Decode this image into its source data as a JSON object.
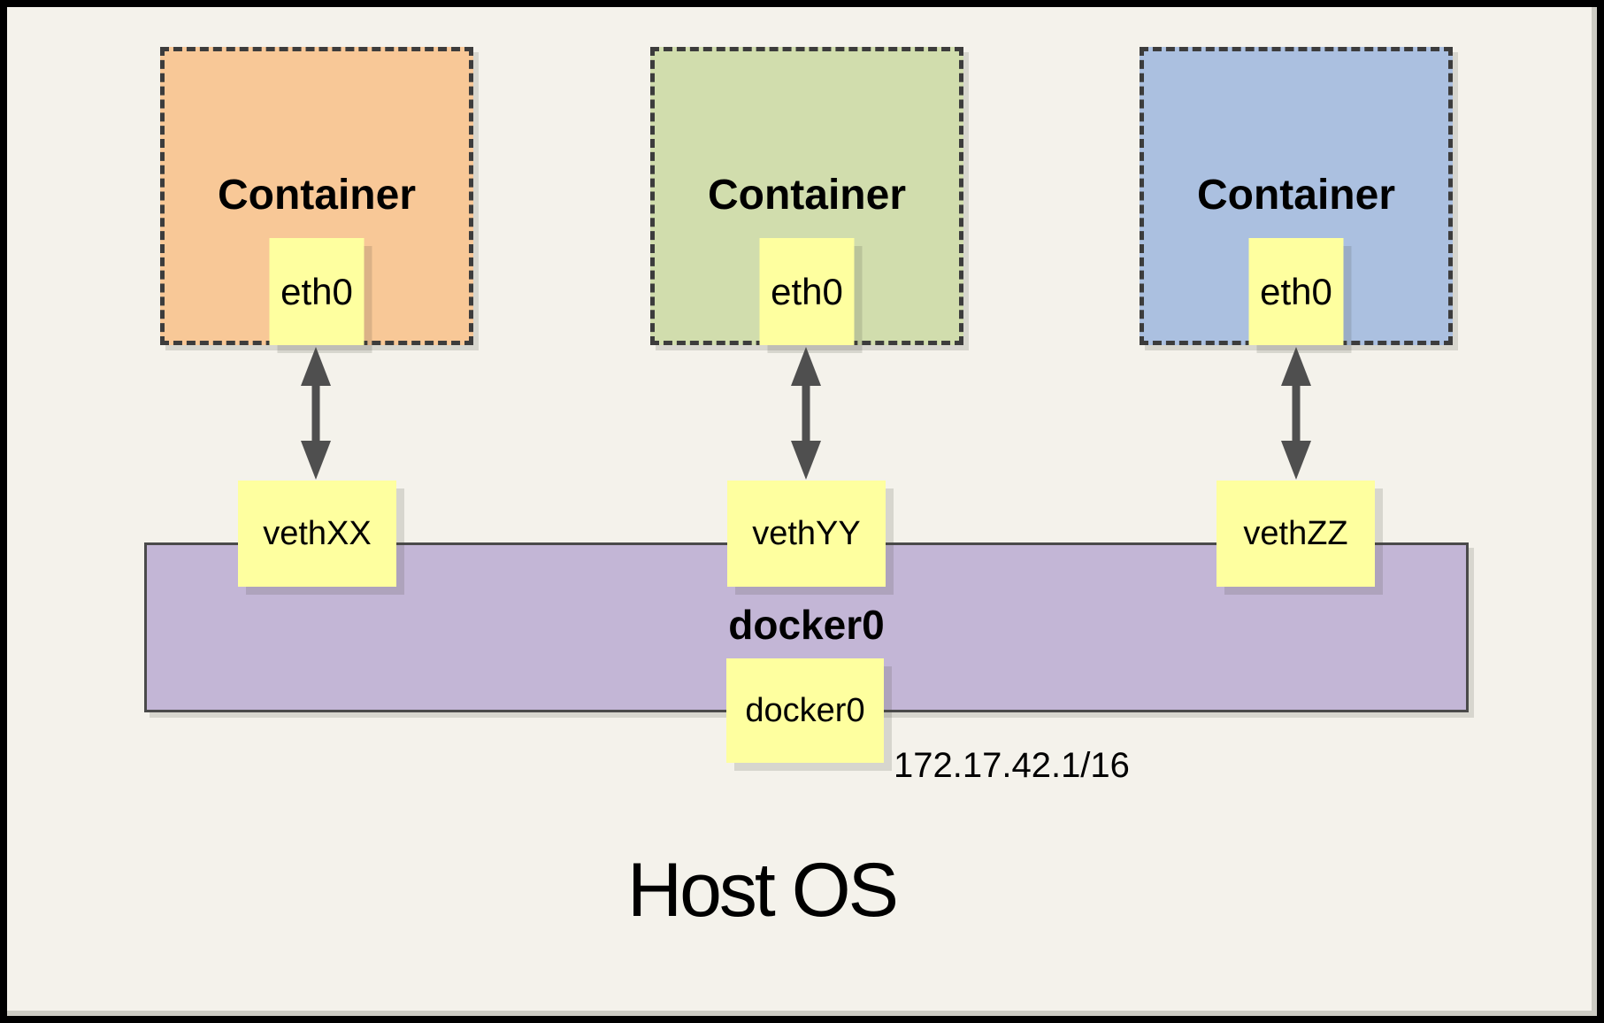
{
  "diagram": {
    "host_label": "Host OS",
    "ip": "172.17.42.1/16",
    "bridge": {
      "label": "docker0",
      "interface": "docker0",
      "fill": "#C3B6D6"
    },
    "containers": [
      {
        "label": "Container",
        "interface": "eth0",
        "veth": "vethXX",
        "fill": "#F8C897"
      },
      {
        "label": "Container",
        "interface": "eth0",
        "veth": "vethYY",
        "fill": "#D1DDAD"
      },
      {
        "label": "Container",
        "interface": "eth0",
        "veth": "vethZZ",
        "fill": "#ABC0E0"
      }
    ],
    "colors": {
      "background": "#F4F2EB",
      "note_yellow": "#FEFF9F",
      "arrow": "#4F4F4F"
    }
  }
}
